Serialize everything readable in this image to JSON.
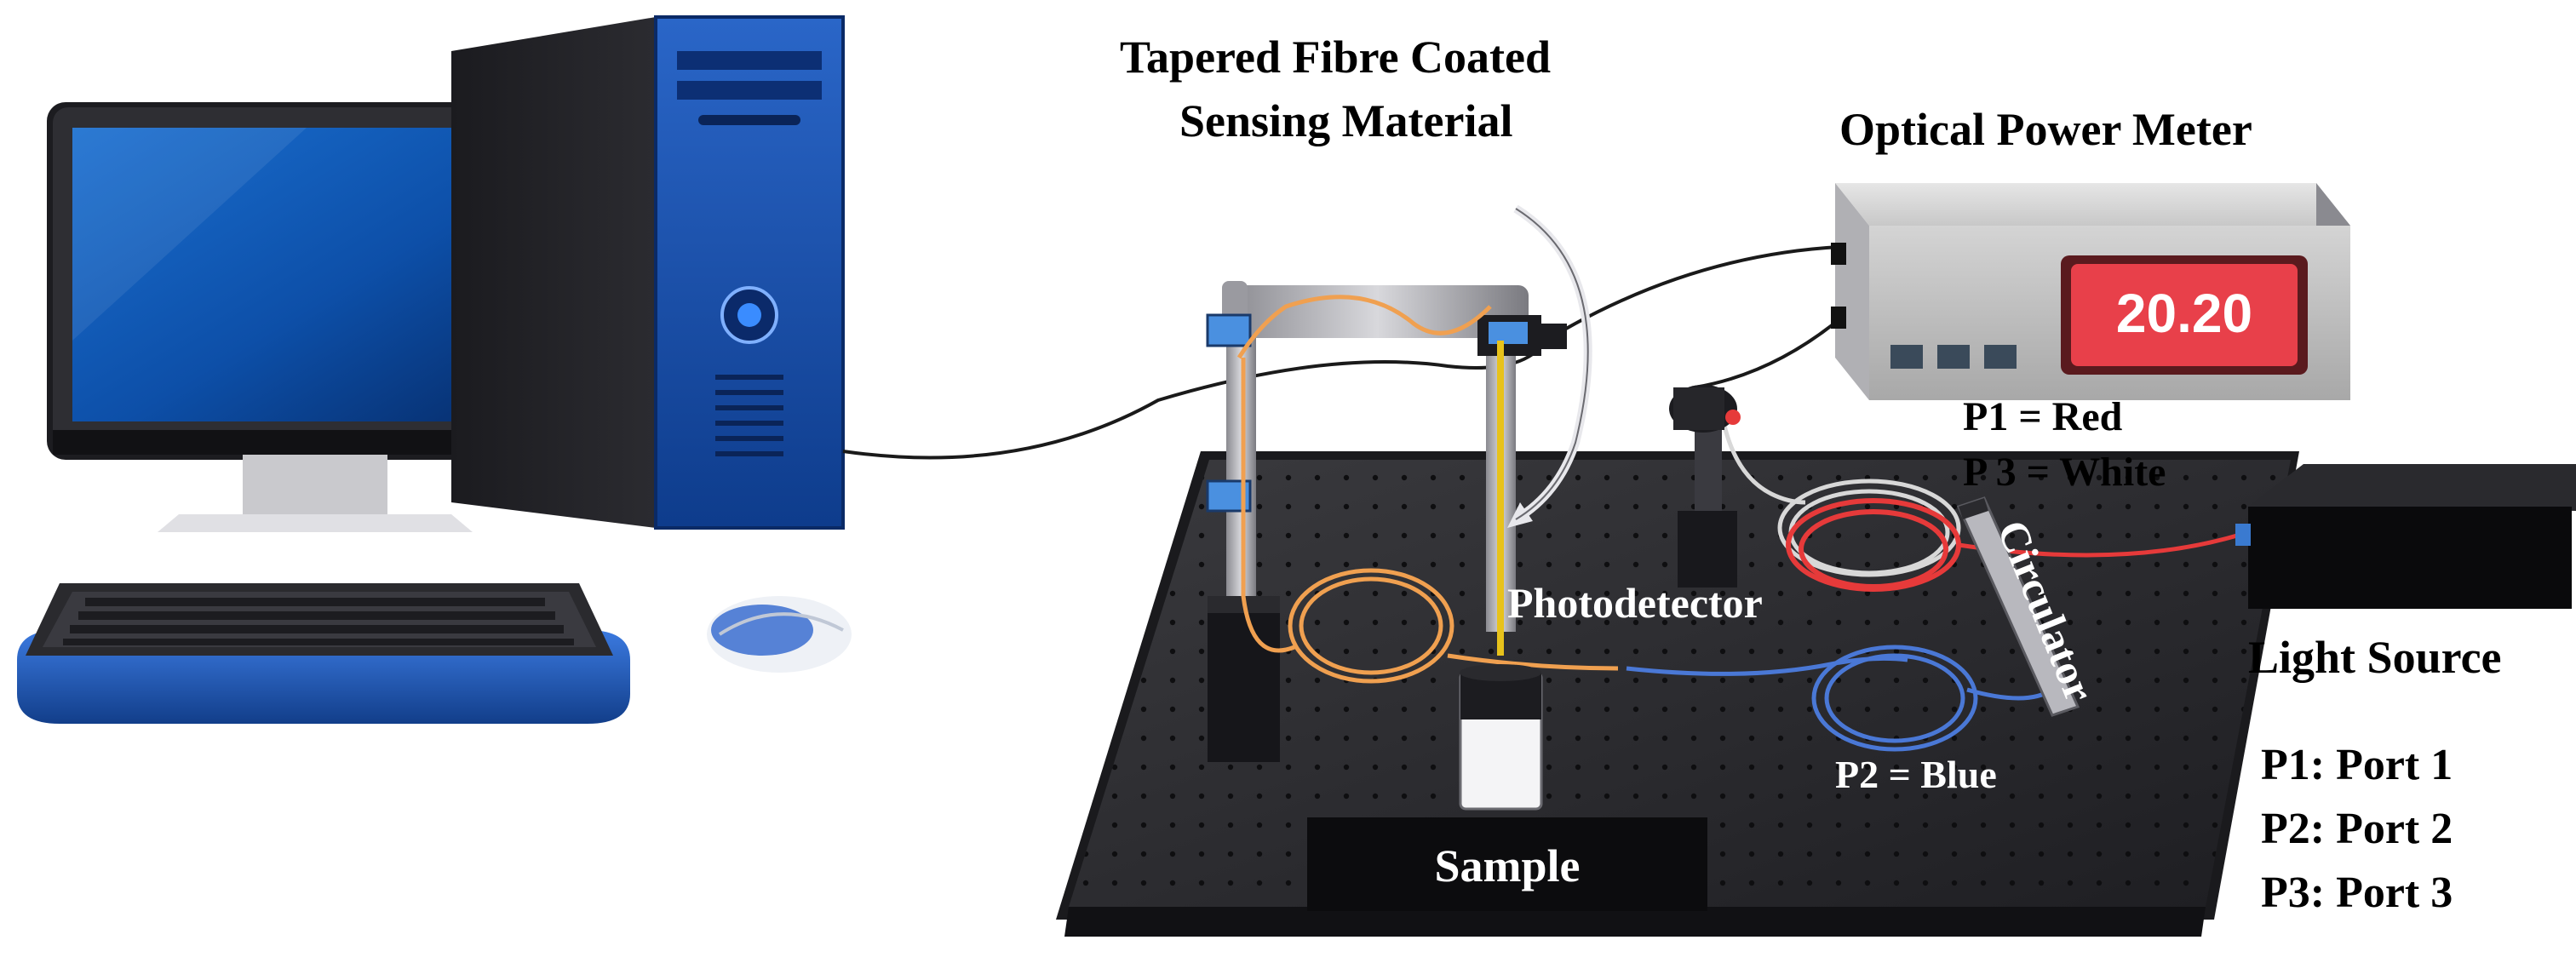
{
  "labels": {
    "tapered_line1": "Tapered  Fibre Coated",
    "tapered_line2": "Sensing Material",
    "power_meter": "Optical Power Meter",
    "meter_display": "20.20",
    "p1_red": "P1 = Red",
    "p3_white": "P 3 = White",
    "photodetector": "Photodetector",
    "circulator": "Circulator",
    "p2_blue": "P2 = Blue",
    "sample": "Sample",
    "light_source": "Light Source",
    "legend": [
      "P1: Port 1",
      "P2: Port 2",
      "P3: Port 3"
    ]
  },
  "colors": {
    "red_fiber": "#e63a3a",
    "white_fiber": "#d8d8d8",
    "blue_fiber": "#4a78d6",
    "orange_fiber": "#f0a050",
    "yellow_fiber": "#e7c21b",
    "table": "#2c2c2e",
    "meter_display_bg": "#e8404a",
    "pc_blue": "#1f57b8"
  },
  "icons": [
    "computer-monitor-icon",
    "pc-tower-icon",
    "keyboard-icon",
    "mouse-icon",
    "power-meter-icon",
    "light-source-icon",
    "sample-vial-icon"
  ]
}
